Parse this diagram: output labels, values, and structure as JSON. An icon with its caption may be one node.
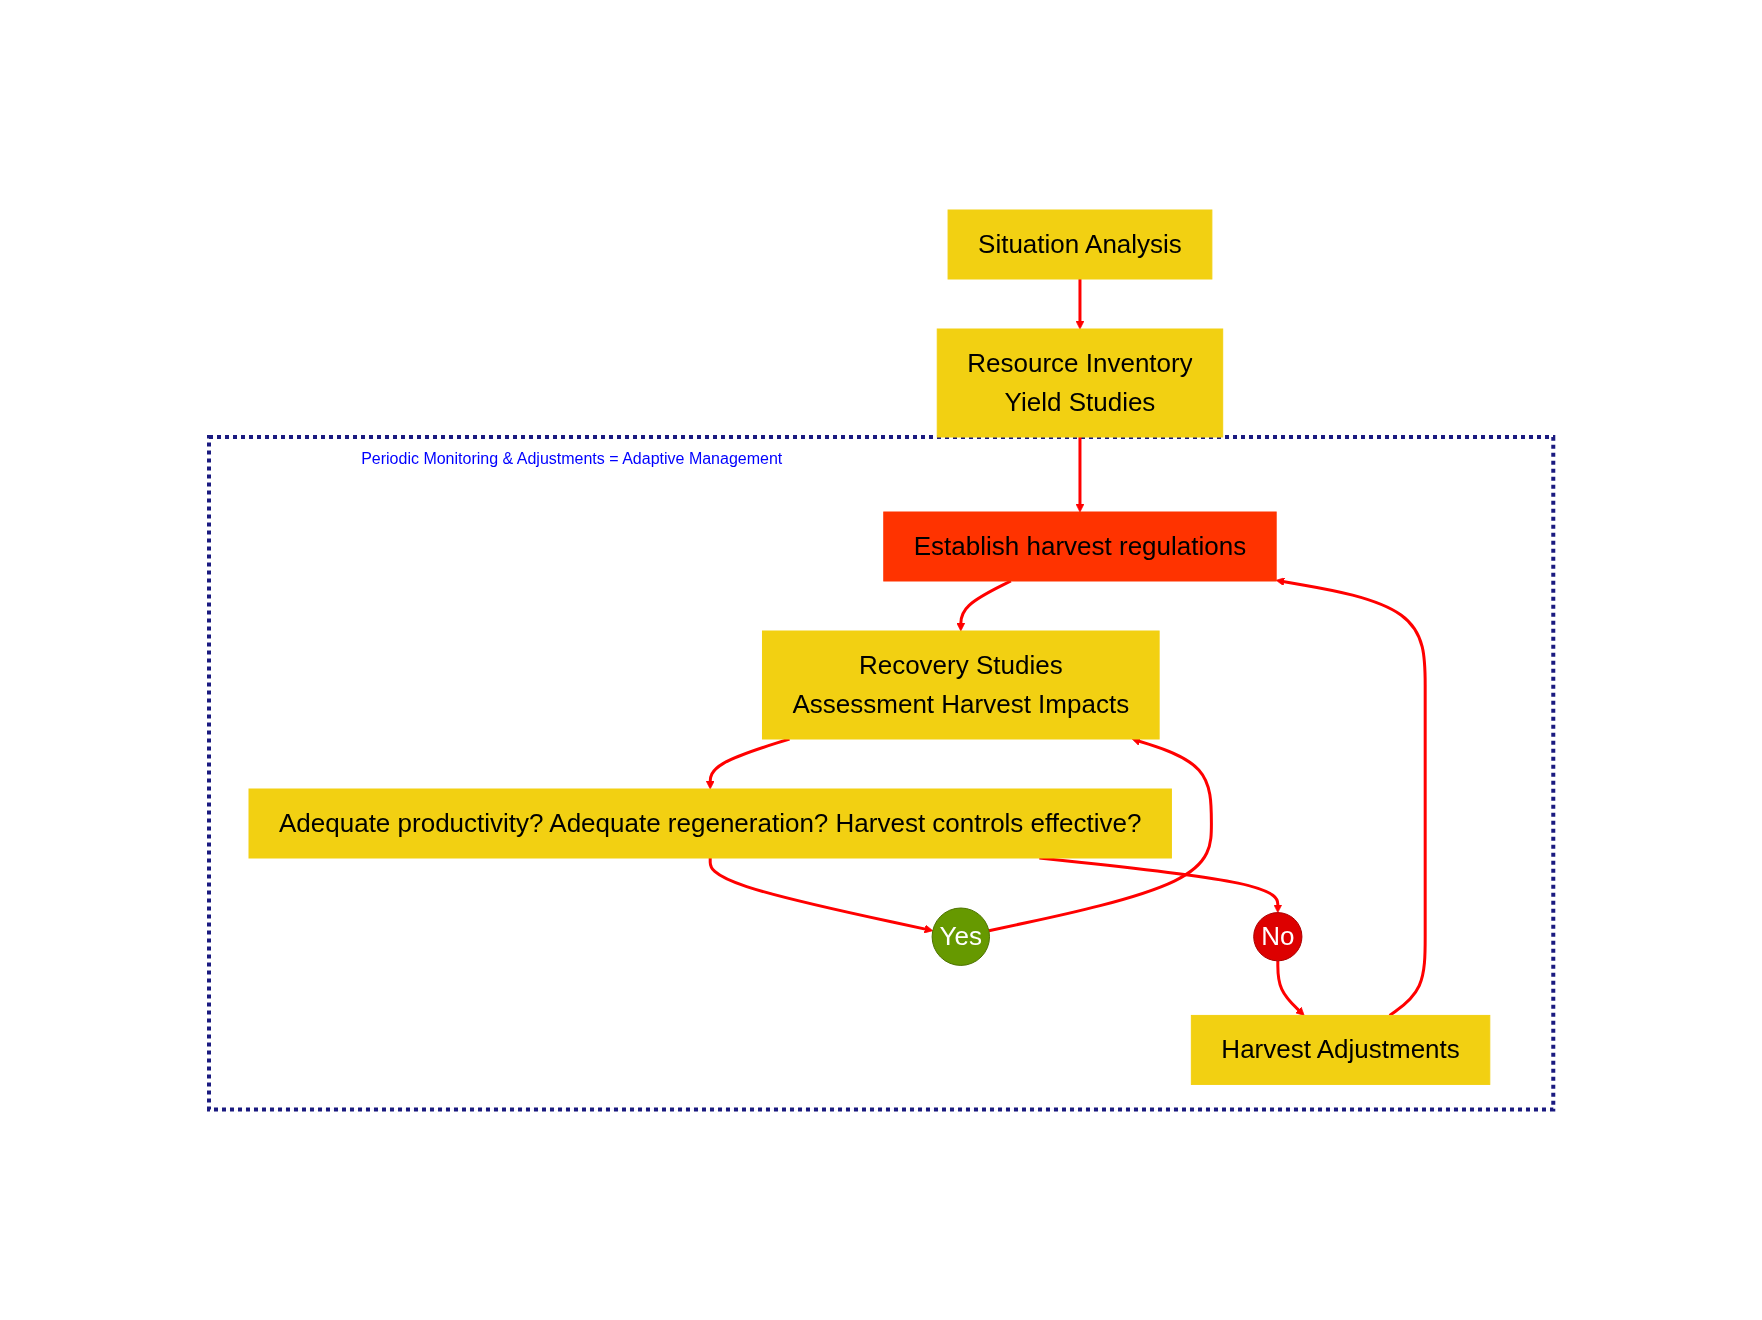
{
  "diagram": {
    "nodes": [
      {
        "text": [
          "Situation Analysis"
        ]
      },
      {
        "text": [
          "Resource Inventory",
          "Yield Studies"
        ]
      },
      {
        "text": [
          "Periodic Monitoring & Adjustments = Adaptive Management"
        ]
      },
      {
        "text": [
          "Establish harvest regulations"
        ],
        "in": 2
      },
      {
        "text": [
          "Recovery Studies",
          "Assessment Harvest Impacts"
        ],
        "in": 2
      },
      {
        "text": [
          "Adequate productivity? Adequate regeneration? Harvest controls effective?"
        ],
        "in": 2
      },
      {
        "text": [
          "Yes"
        ],
        "in": 2
      },
      {
        "text": [
          "No"
        ],
        "in": 2
      },
      {
        "text": [
          "Harvest Adjustments"
        ],
        "in": 2
      }
    ],
    "edges": [
      {
        "from": 0,
        "to": 1,
        "arrow": "to"
      },
      {
        "from": 1,
        "to": 3,
        "arrow": "to"
      },
      {
        "from": 3,
        "to": 4,
        "arrow": "to"
      },
      {
        "from": 4,
        "to": 5,
        "arrow": "to"
      },
      {
        "from": 5,
        "to": 6,
        "arrow": "to"
      },
      {
        "from": 6,
        "to": 4,
        "arrow": "to"
      },
      {
        "from": 5,
        "to": 7,
        "arrow": "to"
      },
      {
        "from": 7,
        "to": 8,
        "arrow": "to"
      },
      {
        "from": 8,
        "to": 3,
        "arrow": "to"
      }
    ]
  }
}
